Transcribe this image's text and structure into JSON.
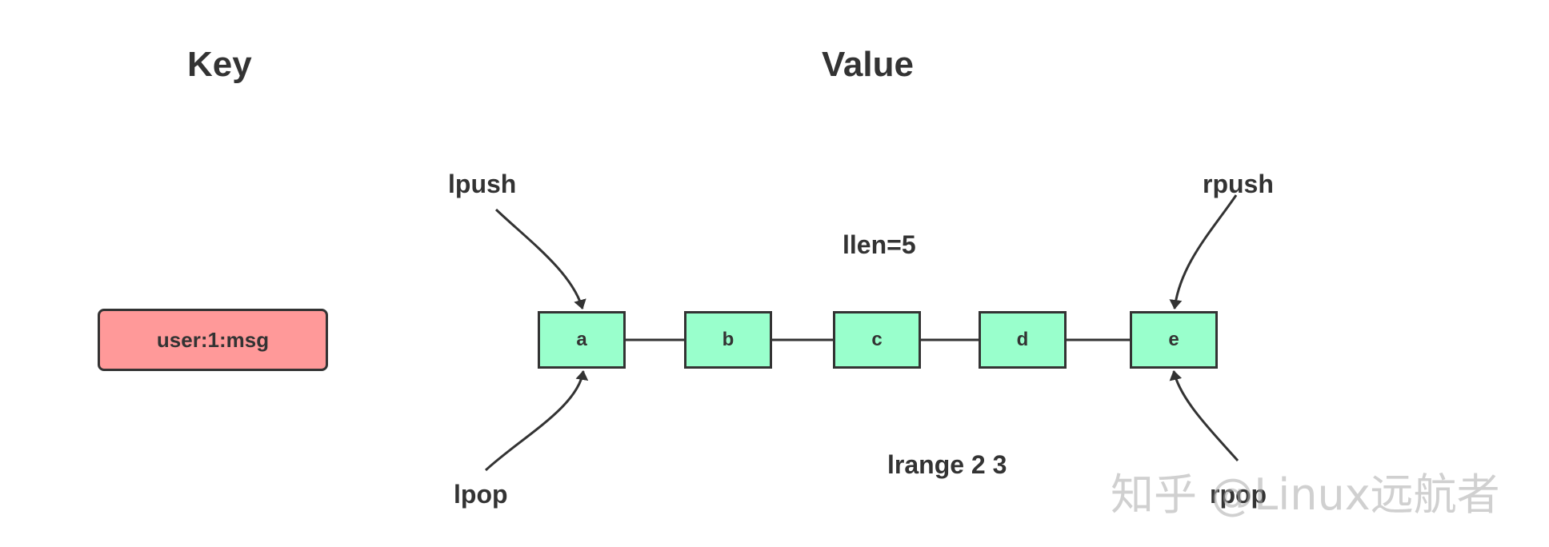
{
  "headings": {
    "key": "Key",
    "value": "Value"
  },
  "key_box": {
    "label": "user:1:msg"
  },
  "list_nodes": [
    "a",
    "b",
    "c",
    "d",
    "e"
  ],
  "operations": {
    "lpush": "lpush",
    "rpush": "rpush",
    "lpop": "lpop",
    "rpop": "rpop"
  },
  "annotations": {
    "llen": "llen=5",
    "lrange": "lrange 2 3"
  },
  "watermark": "知乎 @Linux远航者",
  "colors": {
    "key_fill": "#ff9999",
    "node_fill": "#99ffcc",
    "stroke": "#333333",
    "text": "#333333"
  }
}
